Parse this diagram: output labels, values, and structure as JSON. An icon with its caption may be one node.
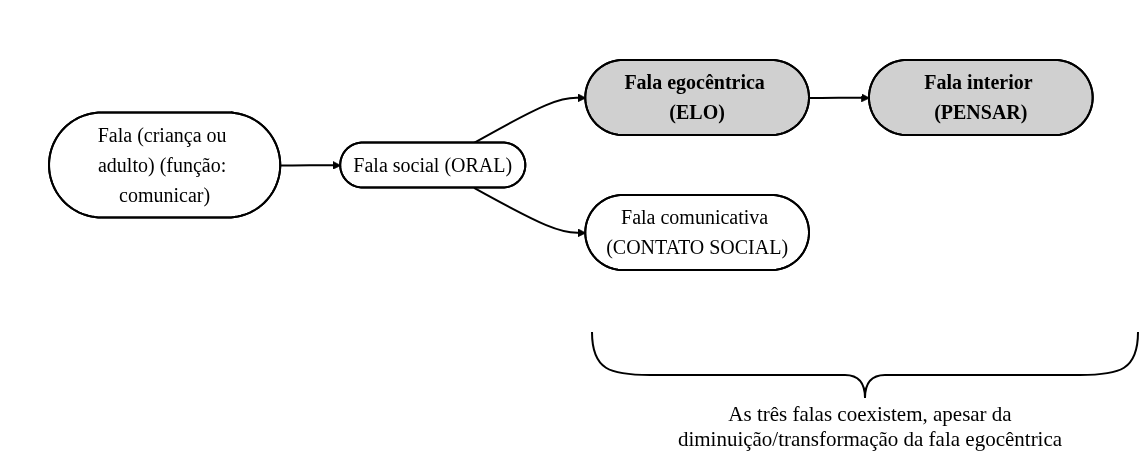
{
  "diagram": {
    "nodes": [
      {
        "text": [
          "Fala (criança ou adulto) (função: comunicar)"
        ]
      },
      {
        "text": [
          "Fala social (ORAL)"
        ]
      },
      {
        "text": [
          "Fala egocêntrica (ELO)"
        ]
      },
      {
        "text": [
          "Fala interior (PENSAR)"
        ]
      },
      {
        "text": [
          "Fala comunicativa (CONTATO SOCIAL)"
        ]
      }
    ],
    "edges": [
      {
        "from": 0,
        "to": 1,
        "arrow": "to"
      },
      {
        "from": 1,
        "to": 2,
        "arrow": "to"
      },
      {
        "from": 2,
        "to": 3,
        "arrow": "to"
      },
      {
        "from": 1,
        "to": 4,
        "arrow": "to"
      }
    ],
    "labels": [
      "As três falas coexistem, apesar da diminuição/transformação da fala egocêntrica"
    ]
  }
}
